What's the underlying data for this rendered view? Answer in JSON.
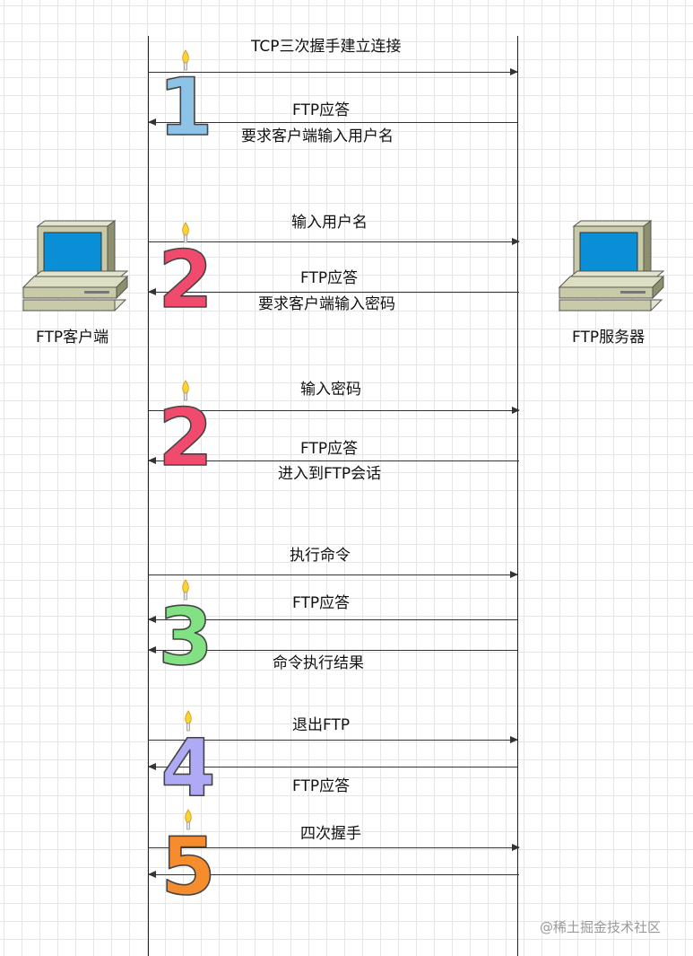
{
  "nodes": {
    "client": "FTP客户端",
    "server": "FTP服务器"
  },
  "messages": {
    "m1": "TCP三次握手建立连接",
    "m2a": "FTP应答",
    "m2b": "要求客户端输入用户名",
    "m3": "输入用户名",
    "m4a": "FTP应答",
    "m4b": "要求客户端输入密码",
    "m5": "输入密码",
    "m6a": "FTP应答",
    "m6b": "进入到FTP会话",
    "m7": "执行命令",
    "m8": "FTP应答",
    "m9": "命令执行结果",
    "m10": "退出FTP",
    "m11": "FTP应答",
    "m12": "四次握手"
  },
  "steps": [
    {
      "digit": "1",
      "color": "#8EC3E8"
    },
    {
      "digit": "2",
      "color": "#F04B6C"
    },
    {
      "digit": "2",
      "color": "#F04B6C"
    },
    {
      "digit": "3",
      "color": "#82E283"
    },
    {
      "digit": "4",
      "color": "#AFAAF5"
    },
    {
      "digit": "5",
      "color": "#F58C2D"
    }
  ],
  "watermark": "@稀土掘金技术社区",
  "colors": {
    "line": "#333333",
    "grid": "#e6e6e6",
    "screen": "#0A8FD6",
    "monitor": "#C9CBA8"
  }
}
